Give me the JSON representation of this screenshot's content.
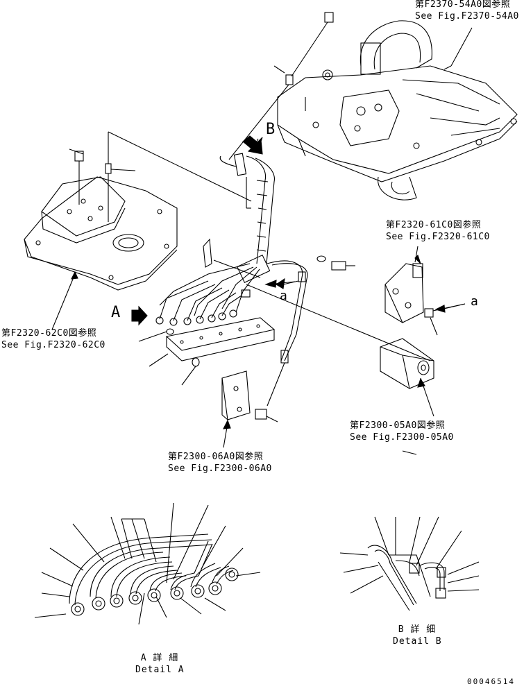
{
  "refs": {
    "f2370": {
      "jp": "第F2370-54A0図参照",
      "en": "See Fig.F2370-54A0"
    },
    "f2320_61": {
      "jp": "第F2320-61C0図参照",
      "en": "See Fig.F2320-61C0"
    },
    "f2320_62": {
      "jp": "第F2320-62C0図参照",
      "en": "See Fig.F2320-62C0"
    },
    "f2300_05": {
      "jp": "第F2300-05A0図参照",
      "en": "See Fig.F2300-05A0"
    },
    "f2300_06": {
      "jp": "第F2300-06A0図参照",
      "en": "See Fig.F2300-06A0"
    }
  },
  "markers": {
    "A": "A",
    "B": "B",
    "a1": "a",
    "a2": "a"
  },
  "details": {
    "A": {
      "jp": "A 詳 細",
      "en": "Detail A"
    },
    "B": {
      "jp": "B 詳 細",
      "en": "Detail B"
    }
  },
  "drawing_number": "00046514"
}
